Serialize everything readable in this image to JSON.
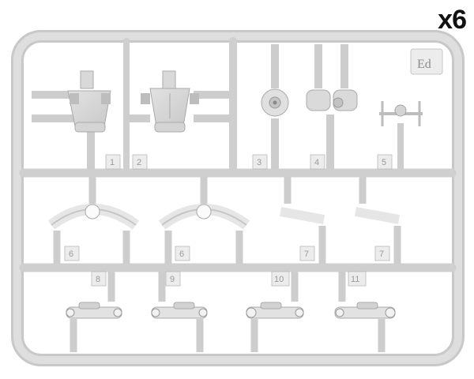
{
  "quantity_label": "x6",
  "frame_id": "Ed",
  "part_numbers": [
    "1",
    "2",
    "3",
    "4",
    "5",
    "6",
    "6",
    "7",
    "7",
    "8",
    "9",
    "10",
    "11"
  ]
}
